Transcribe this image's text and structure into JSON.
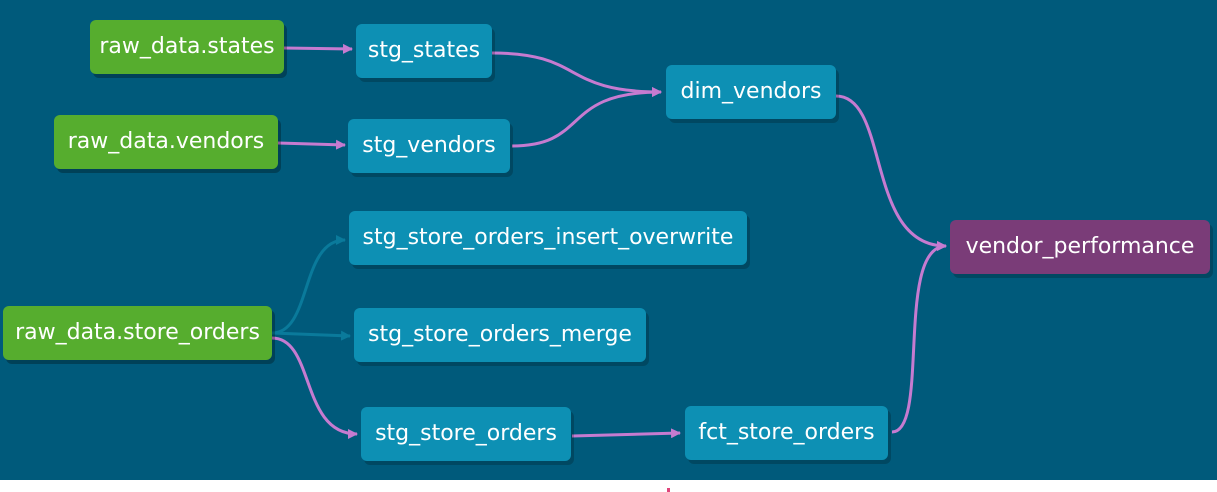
{
  "colors": {
    "background": "#005a7b",
    "source_node": "#56ad2e",
    "model_node": "#0d90b4",
    "final_node": "#7a3c78",
    "edge_active": "#c67bd0",
    "edge_muted": "#0a7a9b"
  },
  "nodes": {
    "raw_states": "raw_data.states",
    "raw_vendors": "raw_data.vendors",
    "raw_store_orders": "raw_data.store_orders",
    "stg_states": "stg_states",
    "stg_vendors": "stg_vendors",
    "stg_insert_overwrite": "stg_store_orders_insert_overwrite",
    "stg_merge": "stg_store_orders_merge",
    "stg_store_orders": "stg_store_orders",
    "dim_vendors": "dim_vendors",
    "fct_store_orders": "fct_store_orders",
    "vendor_performance": "vendor_performance"
  }
}
